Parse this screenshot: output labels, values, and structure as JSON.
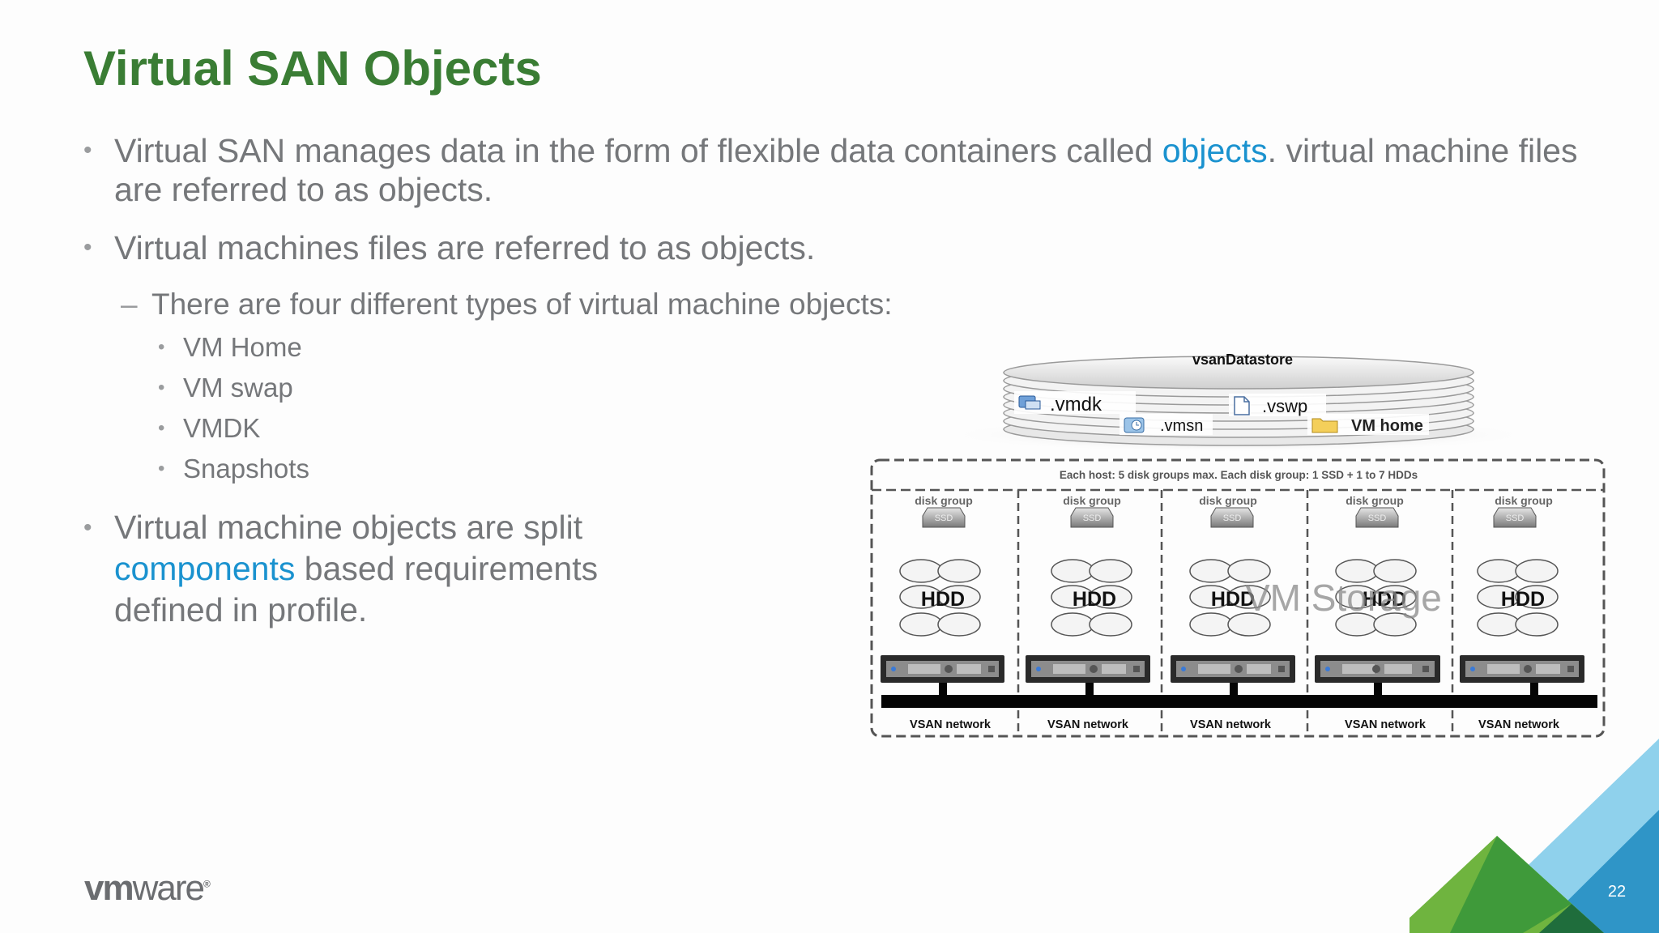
{
  "slide": {
    "title": "Virtual SAN Objects",
    "bullet1": {
      "pre": "Virtual SAN manages data in the form of flexible data containers called ",
      "highlight": "objects",
      "post": ". virtual machine files are referred to as objects."
    },
    "bullet2": "Virtual machines files are referred to as objects.",
    "sub_bullet": "There are four different types of virtual machine objects:",
    "object_types": [
      "VM Home",
      "VM swap",
      "VMDK",
      "Snapshots"
    ],
    "bullet3": {
      "pre": "Virtual machine objects are split ",
      "highlight": "components",
      "post": " based requirements defined in profile."
    },
    "page_number": "22",
    "colors": {
      "title": "#3a7d34",
      "highlight": "#1a92cf",
      "text": "#75777a"
    }
  },
  "diagram": {
    "datastore_label": "vsanDatastore",
    "files": [
      {
        "label": ".vmdk",
        "icon": "vmdk-icon"
      },
      {
        "label": ".vswp",
        "icon": "file-icon"
      },
      {
        "label": ".vmsn",
        "icon": "snapshot-icon"
      },
      {
        "label": "VM home",
        "icon": "folder-icon"
      }
    ],
    "cluster_note": "Each host: 5 disk groups max. Each disk group: 1 SSD + 1 to 7 HDDs",
    "disk_group_label": "disk group",
    "hdd_label": "HDD",
    "ssd_label": "SSD",
    "network_label": "VSAN network",
    "overlay_text": "VM Storage",
    "host_count": 5
  },
  "logo": {
    "bold": "vm",
    "light": "ware",
    "mark": "®"
  }
}
